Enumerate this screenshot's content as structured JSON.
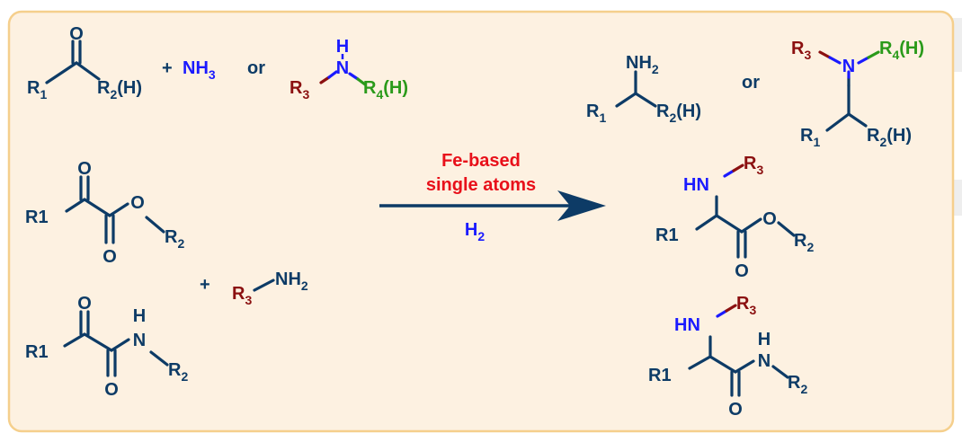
{
  "colors": {
    "navy": "#0d3b66",
    "blue": "#1a1aff",
    "red": "#e8101a",
    "maroon": "#8b1010",
    "green": "#2a9a1a",
    "panel_bg": "#fdf1e1",
    "panel_border": "#f5cf8c"
  },
  "reaction": {
    "catalyst_line1": "Fe-based",
    "catalyst_line2": "single atoms",
    "reagent": "H",
    "reagent_sub": "2"
  },
  "reactants": {
    "ketone": {
      "o": "O",
      "r1": "R",
      "r1_sub": "1",
      "r2": "R",
      "r2_sub": "2",
      "r2_tail": "(H)"
    },
    "plus_nh3": {
      "plus": "+",
      "nh": "NH",
      "nh_sub": "3"
    },
    "or1": "or",
    "sec_amine": {
      "h": "H",
      "n": "N",
      "r3": "R",
      "r3_sub": "3",
      "r4": "R",
      "r4_sub": "4",
      "r4_tail": "(H)"
    },
    "ketoester": {
      "o_top": "O",
      "o_bottom": "O",
      "o_ester": "O",
      "r1": "R1",
      "r2": "R",
      "r2_sub": "2"
    },
    "plus2": "+",
    "prim_amine": {
      "r3": "R",
      "r3_sub": "3",
      "nh": "NH",
      "nh_sub": "2"
    },
    "ketoamide": {
      "o_top": "O",
      "o_bottom": "O",
      "h": "H",
      "n": "N",
      "r1": "R1",
      "r2": "R",
      "r2_sub": "2"
    }
  },
  "products": {
    "prim_amine": {
      "nh": "NH",
      "nh_sub": "2",
      "r1": "R",
      "r1_sub": "1",
      "r2": "R",
      "r2_sub": "2",
      "r2_tail": "(H)"
    },
    "or2": "or",
    "tert_amine": {
      "r3": "R",
      "r3_sub": "3",
      "n": "N",
      "r4": "R",
      "r4_sub": "4",
      "r4_tail": "(H)",
      "r1": "R",
      "r1_sub": "1",
      "r2": "R",
      "r2_sub": "2",
      "r2_tail": "(H)"
    },
    "amino_ester": {
      "hn": "HN",
      "r3": "R",
      "r3_sub": "3",
      "r1": "R1",
      "o_ester": "O",
      "o_bottom": "O",
      "r2": "R",
      "r2_sub": "2"
    },
    "amino_amide": {
      "hn": "HN",
      "r3": "R",
      "r3_sub": "3",
      "r1": "R1",
      "h": "H",
      "n": "N",
      "o_bottom": "O",
      "r2": "R",
      "r2_sub": "2"
    }
  }
}
